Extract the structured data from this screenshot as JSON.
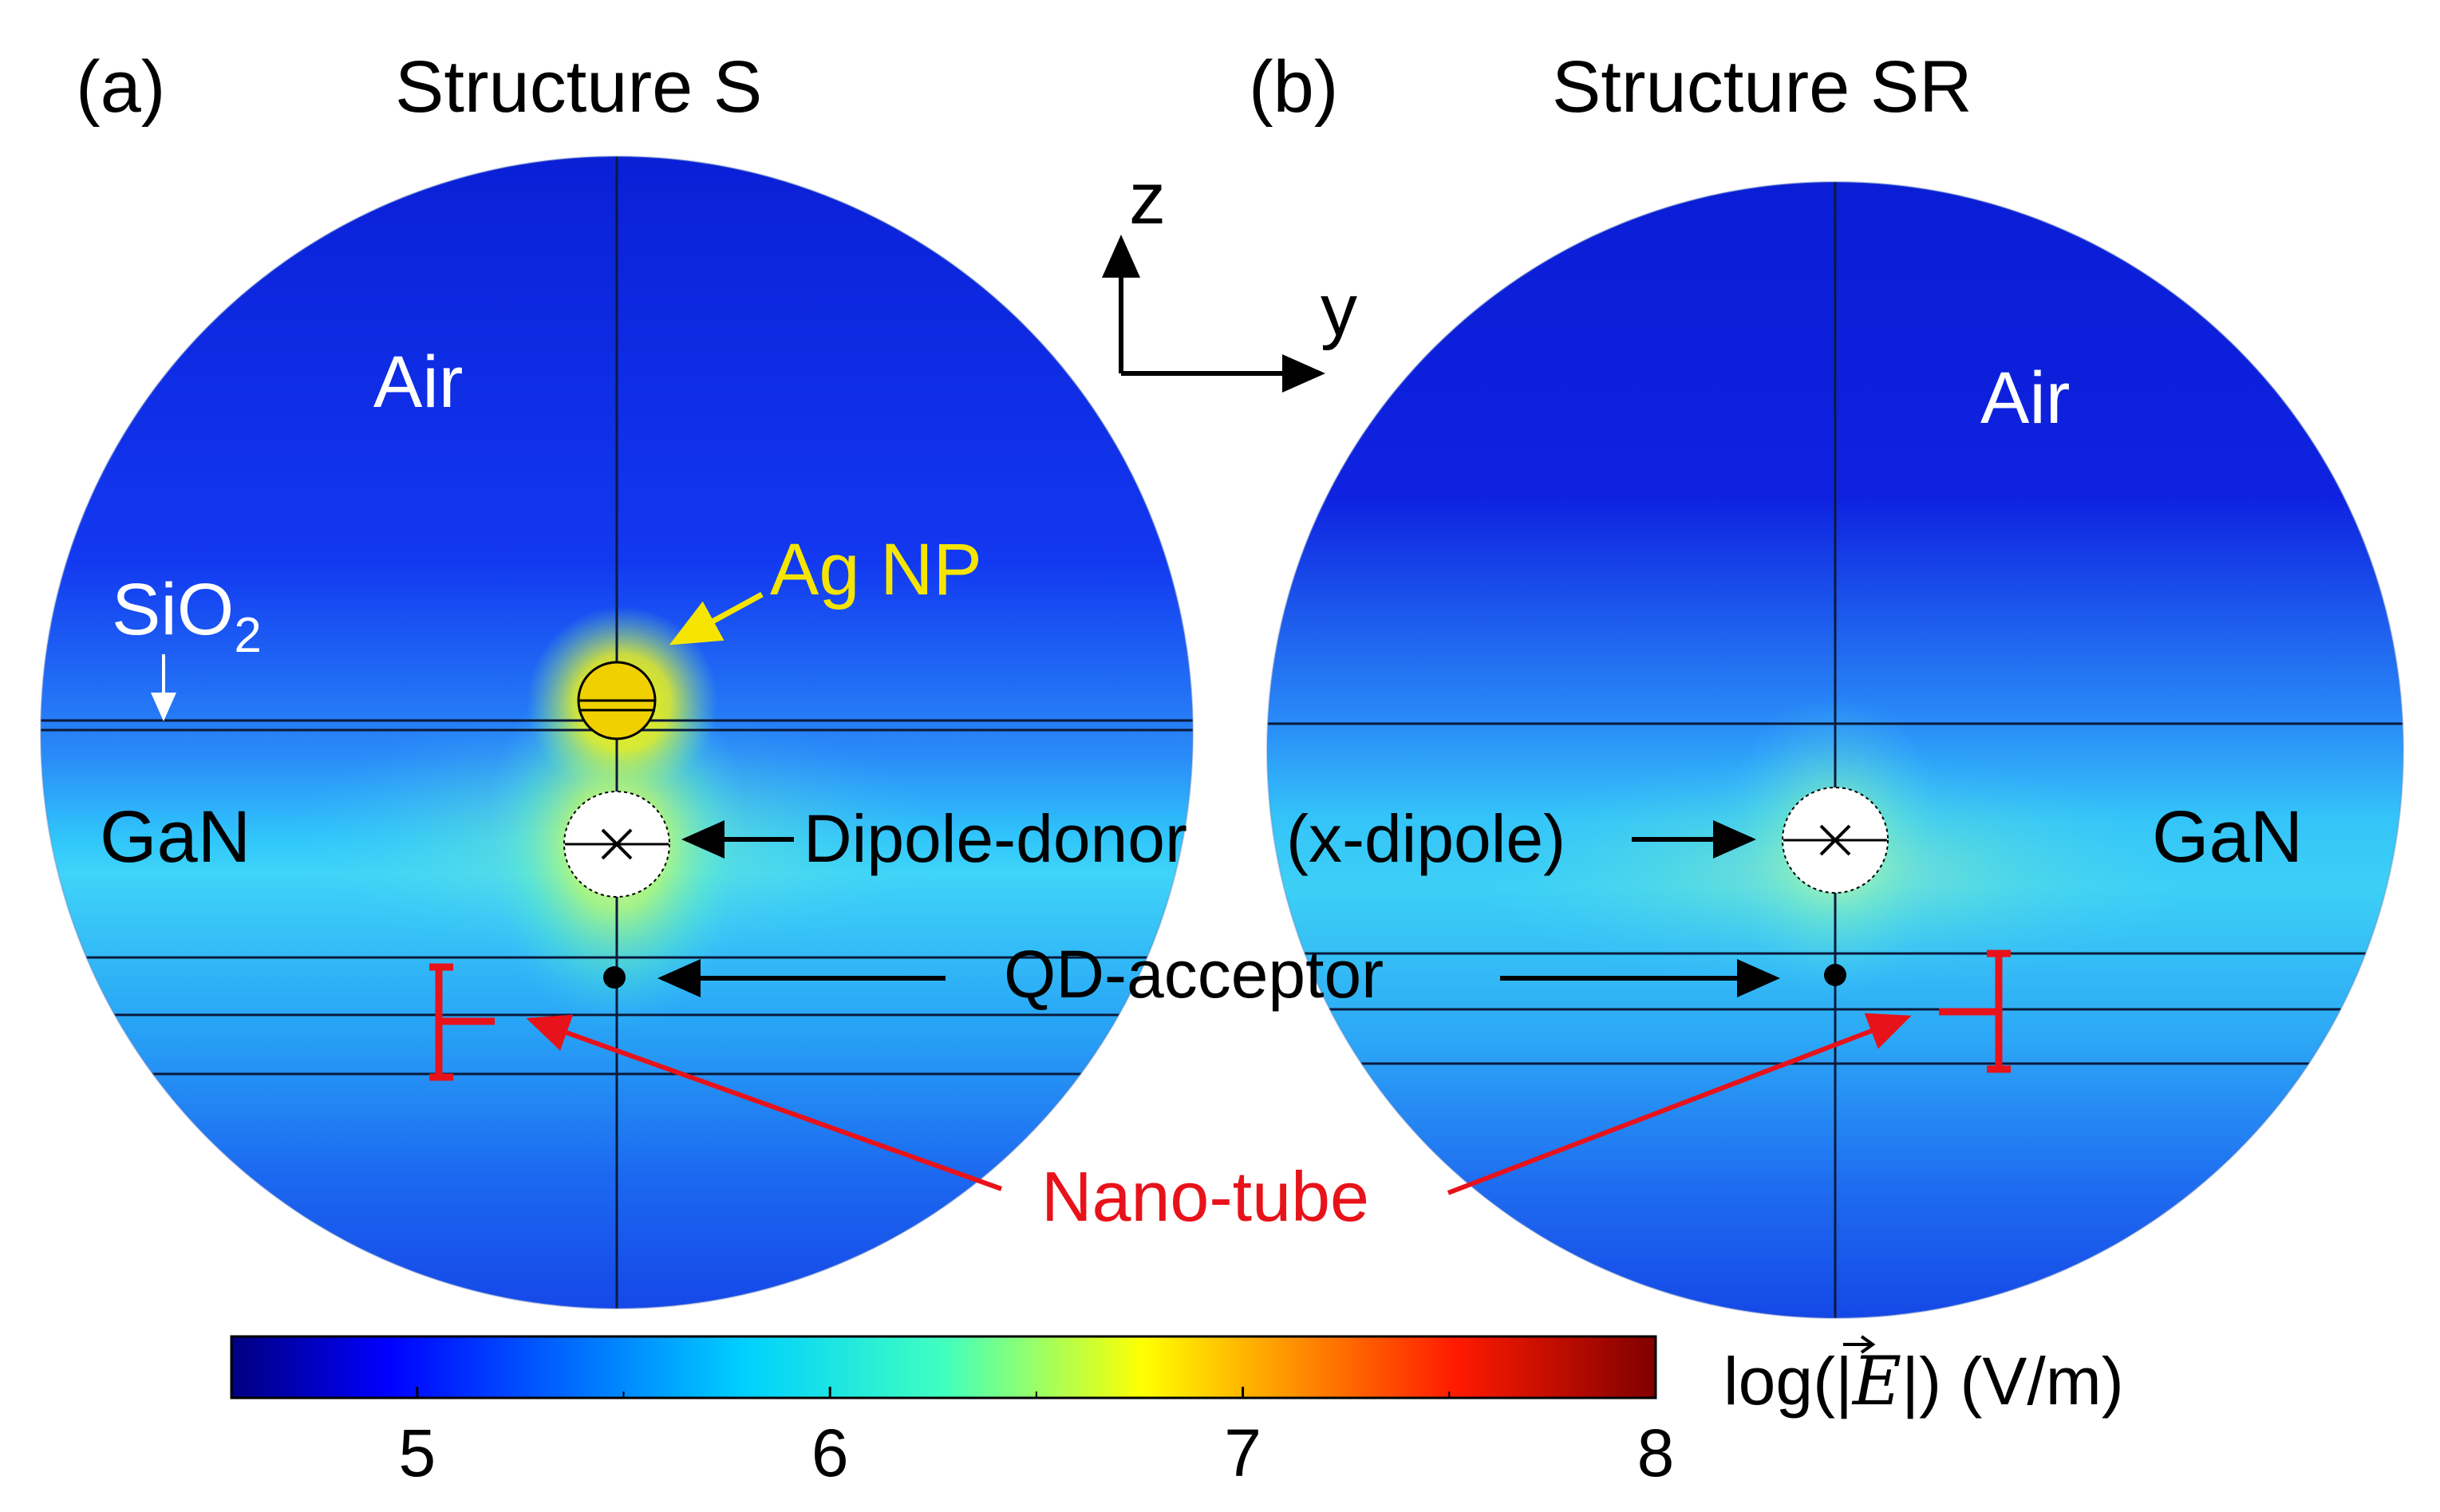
{
  "panels": [
    {
      "tag": "(a)",
      "title": "Structure S",
      "air_label": "Air",
      "gan_label": "GaN",
      "sio2_label": "SiO",
      "sio2_subscript": "2",
      "agnp_label": "Ag NP",
      "has_ag_np": true
    },
    {
      "tag": "(b)",
      "title": "Structure SR",
      "air_label": "Air",
      "gan_label": "GaN",
      "has_ag_np": false
    }
  ],
  "annotations": {
    "dipole_donor": "Dipole-donor",
    "x_dipole": "(x-dipole)",
    "qd_acceptor": "QD-acceptor",
    "nano_tube": "Nano-tube"
  },
  "axes": {
    "z": "z",
    "y": "y"
  },
  "colorbar": {
    "min": 4.55,
    "max": 8,
    "ticks": [
      "5",
      "6",
      "7",
      "8"
    ],
    "tick_values": [
      5,
      6,
      7,
      8
    ],
    "label_prefix": "log(",
    "label_symbol": "E",
    "label_suffix": ")",
    "unit": "(V/m)"
  },
  "colors": {
    "annotation_red": "#e8121a",
    "agnp_yellow": "#f5e500",
    "label_white": "#ffffff",
    "label_black": "#000000"
  }
}
